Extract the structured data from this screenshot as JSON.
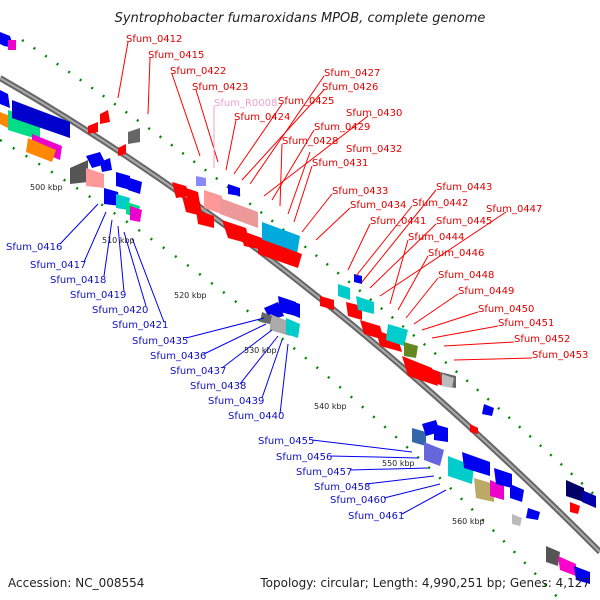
{
  "title": "Syntrophobacter fumaroxidans MPOB, complete genome",
  "accession": "Accession: NC_008554",
  "topology": "Topology: circular; Length: 4,990,251 bp; Genes: 4,127",
  "colors": {
    "forward_strand": "#ff0000",
    "reverse_strand": "#0000ee",
    "backbone": "#888888",
    "gc_marks": "#008800"
  },
  "ticks": [
    "500 kbp",
    "510 kbp",
    "520 kbp",
    "530 kbp",
    "540 kbp",
    "550 kbp",
    "560 kbp"
  ],
  "labels_red": [
    "Sfum_0412",
    "Sfum_0415",
    "Sfum_0422",
    "Sfum_0423",
    "Sfum_0424",
    "Sfum_0425",
    "Sfum_0426",
    "Sfum_0427",
    "Sfum_0430",
    "Sfum_0429",
    "Sfum_0428",
    "Sfum_0432",
    "Sfum_0431",
    "Sfum_0433",
    "Sfum_0434",
    "Sfum_0441",
    "Sfum_0442",
    "Sfum_0443",
    "Sfum_0445",
    "Sfum_0447",
    "Sfum_0444",
    "Sfum_0446",
    "Sfum_0448",
    "Sfum_0449",
    "Sfum_0450",
    "Sfum_0451",
    "Sfum_0452",
    "Sfum_0453"
  ],
  "label_rna": "Sfum_R0008",
  "labels_blue": [
    "Sfum_0416",
    "Sfum_0417",
    "Sfum_0418",
    "Sfum_0419",
    "Sfum_0420",
    "Sfum_0421",
    "Sfum_0435",
    "Sfum_0436",
    "Sfum_0437",
    "Sfum_0438",
    "Sfum_0439",
    "Sfum_0440",
    "Sfum_0455",
    "Sfum_0456",
    "Sfum_0457",
    "Sfum_0458",
    "Sfum_0460",
    "Sfum_0461"
  ]
}
